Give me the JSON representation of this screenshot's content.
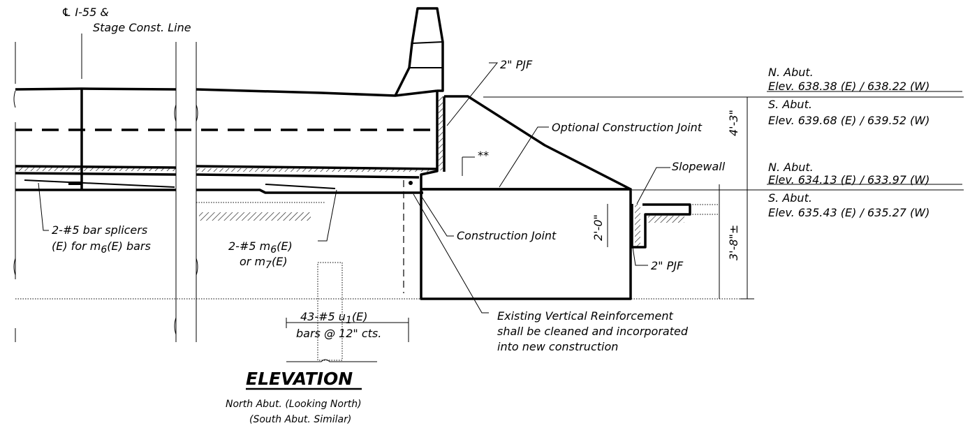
{
  "labels": {
    "centerline": "℄ I-55 &",
    "stage_line": "Stage Const. Line",
    "pjf_top": "2\" PJF",
    "n_abut": "N. Abut.",
    "n_abut_elev_top": "Elev. 638.38 (E) / 638.22 (W)",
    "s_abut": "S. Abut.",
    "s_abut_elev_top": "Elev. 639.68 (E) / 639.52 (W)",
    "optional_joint": "Optional Construction Joint",
    "dim_4_3": "4'-3\"",
    "double_star": "**",
    "slopewall": "Slopewall",
    "n_abut_2": "N. Abut.",
    "n_abut_elev_bot": "Elev. 634.13 (E) / 633.97 (W)",
    "s_abut_2": "S. Abut.",
    "s_abut_elev_bot": "Elev. 635.43 (E) / 635.27 (W)",
    "bar_splicers_1": "2-#5 bar splicers",
    "bar_splicers_2_pre": "(E) for m",
    "bar_splicers_2_sub": "6",
    "bar_splicers_2_post": "(E) bars",
    "m6_1_pre": "2-#5 m",
    "m6_1_sub": "6",
    "m6_1_post": "(E)",
    "m7_pre": "or m",
    "m7_sub": "7",
    "m7_post": "(E)",
    "construction_joint": "Construction Joint",
    "dim_2_0": "2'-0\"",
    "pjf_bottom": "2\" PJF",
    "dim_3_8": "3'-8\"±",
    "u1_pre": "43-#5 u",
    "u1_sub": "1",
    "u1_post": "(E)",
    "u1_line2": "bars @ 12\" cts.",
    "existing_1": "Existing Vertical Reinforcement",
    "existing_2": "shall be cleaned and incorporated",
    "existing_3": "into new construction",
    "title": "ELEVATION",
    "subtitle_1": "North Abut. (Looking North)",
    "subtitle_2": "(South Abut. Similar)"
  }
}
